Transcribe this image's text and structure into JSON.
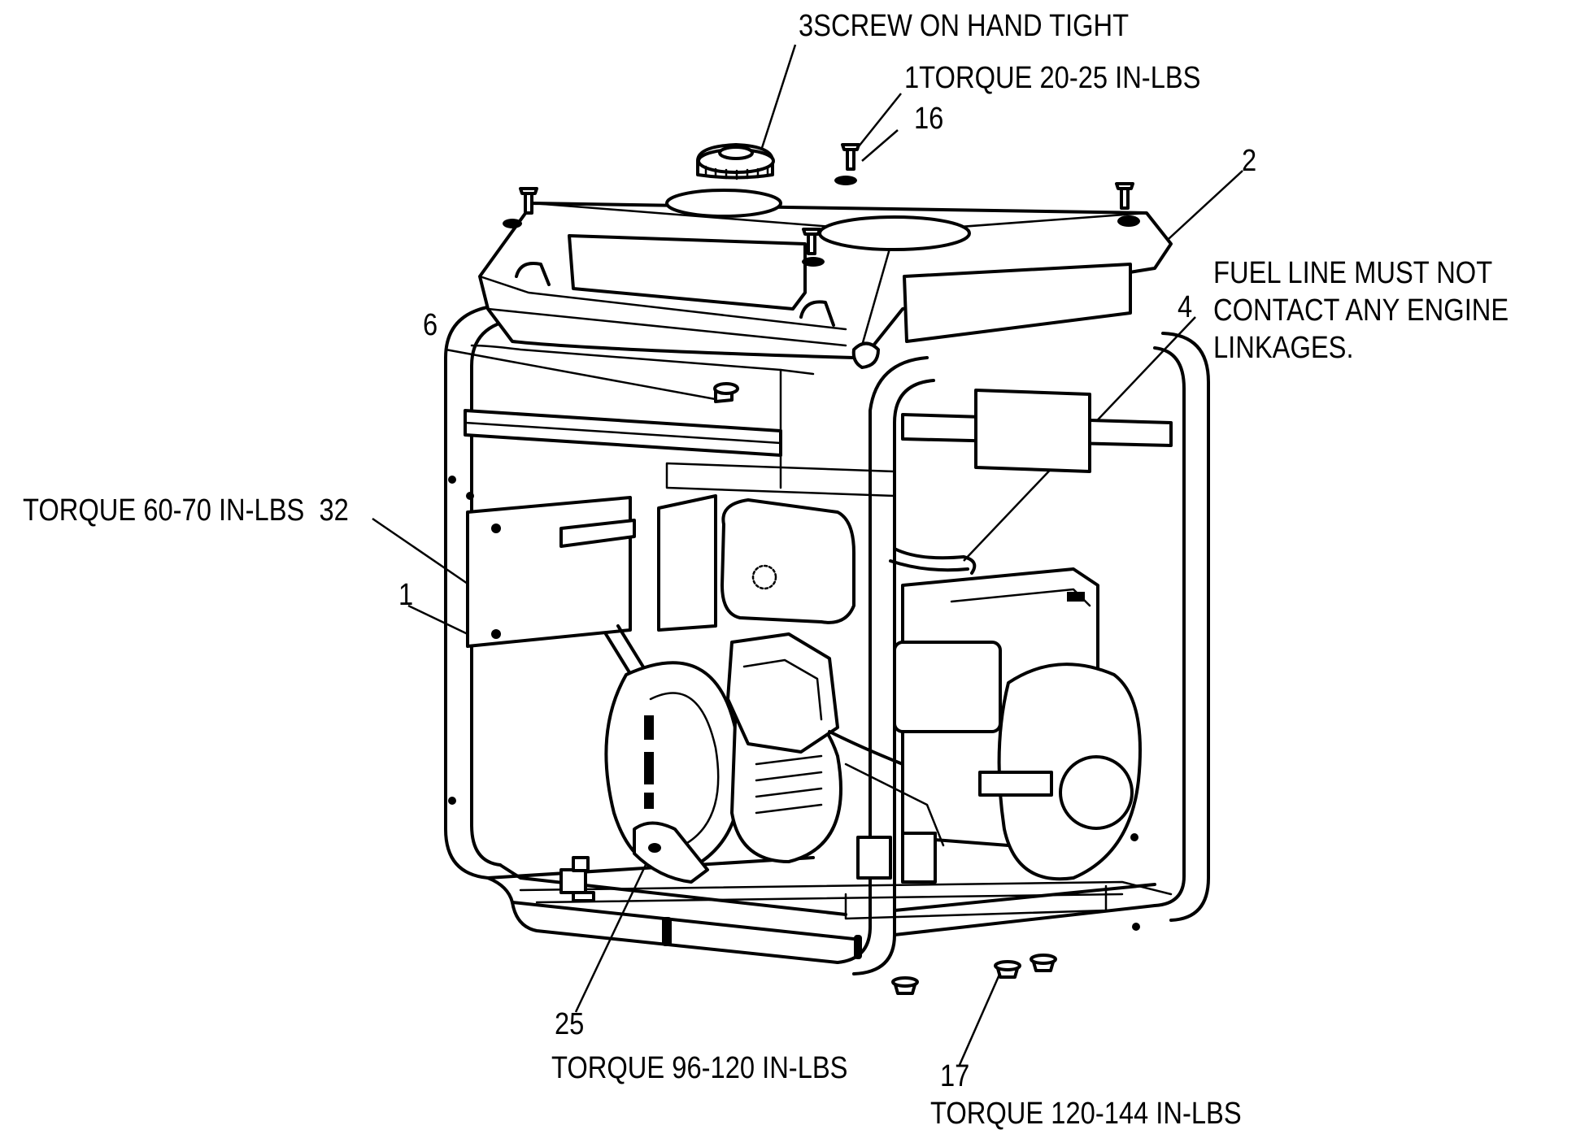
{
  "callouts": {
    "c3": "3",
    "c3_note": "SCREW ON HAND TIGHT",
    "c1_top": "1",
    "c1_top_note": "TORQUE 20-25 IN-LBS",
    "c16": "16",
    "c2": "2",
    "c4": "4",
    "fuel_note_line1": "FUEL LINE MUST NOT",
    "fuel_note_line2": "CONTACT ANY ENGINE",
    "fuel_note_line3": "LINKAGES.",
    "c6": "6",
    "c32_note": "TORQUE 60-70 IN-LBS",
    "c32": "32",
    "c1_left": "1",
    "c25": "25",
    "c25_note": "TORQUE 96-120 IN-LBS",
    "c17": "17",
    "c17_note": "TORQUE 120-144 IN-LBS"
  },
  "colors": {
    "line": "#000000",
    "background": "#ffffff"
  }
}
